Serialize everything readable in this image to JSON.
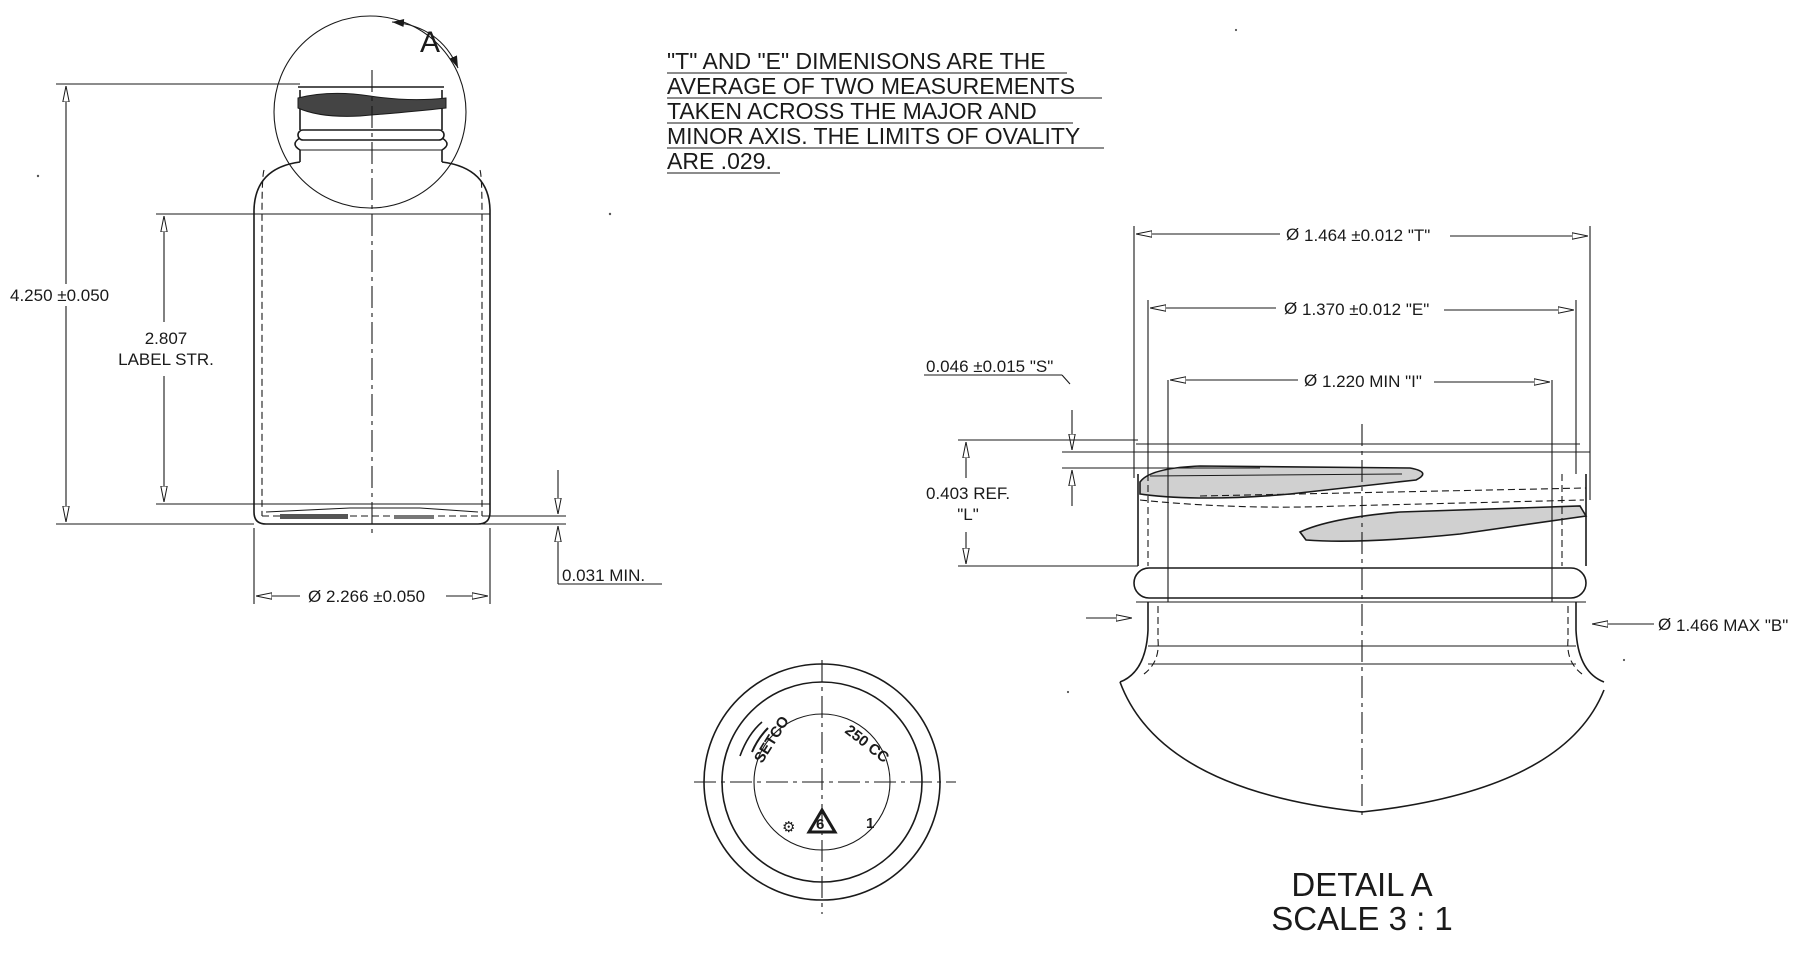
{
  "note": {
    "lines": [
      "\"T\" AND \"E\" DIMENISONS ARE THE",
      "AVERAGE OF TWO MEASUREMENTS",
      "TAKEN ACROSS THE MAJOR AND",
      "MINOR AXIS. THE LIMITS OF OVALITY",
      "ARE .029."
    ]
  },
  "bottle_view": {
    "detail_callout": "A",
    "height": "4.250 ±0.050",
    "label_str_value": "2.807",
    "label_str_text": "LABEL STR.",
    "diameter": "2.266 ±0.050",
    "base_push_up": "0.031 MIN."
  },
  "bottom_view": {
    "emboss_brand": "SETCO",
    "emboss_capacity": "250 CC",
    "emboss_resin": "6",
    "emboss_small": "1"
  },
  "detail_a": {
    "dim_t": "1.464 ±0.012 \"T\"",
    "dim_e": "1.370 ±0.012 \"E\"",
    "dim_i": "1.220 MIN \"I\"",
    "dim_s": "0.046 ±0.015 \"S\"",
    "dim_l_value": "0.403 REF.",
    "dim_l_tag": "\"L\"",
    "dim_b": "1.466 MAX \"B\"",
    "title": "DETAIL A",
    "scale": "SCALE 3 : 1"
  },
  "symbols": {
    "diameter_glyph": "Ø"
  }
}
